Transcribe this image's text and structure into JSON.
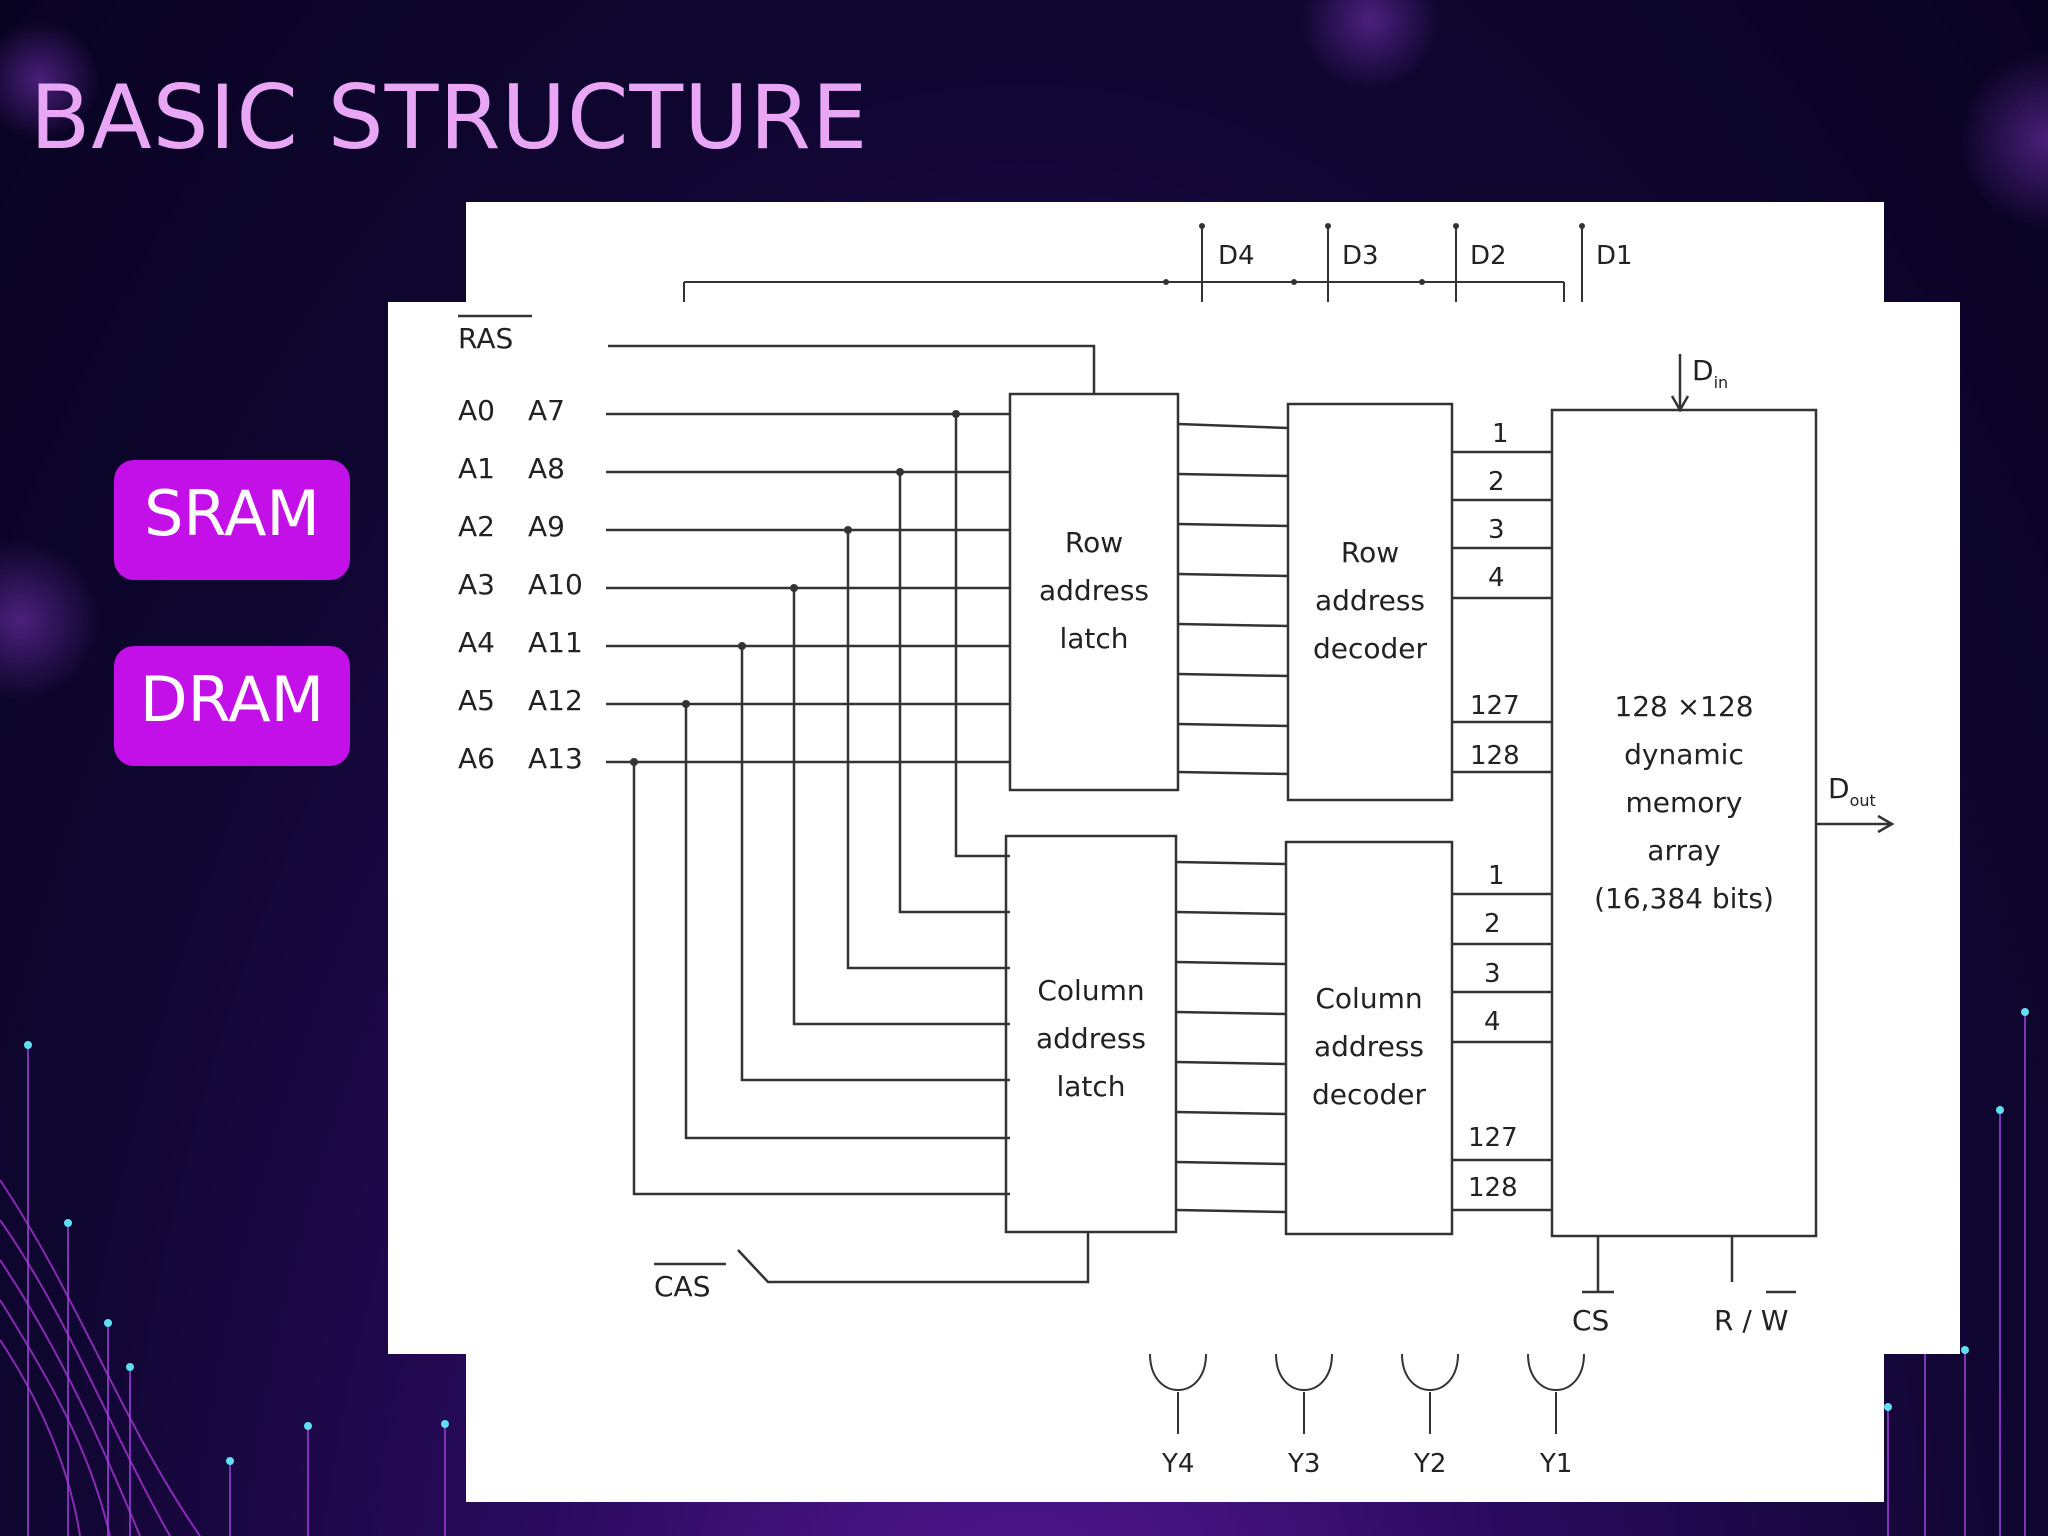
{
  "slide": {
    "title": "BASIC STRUCTURE",
    "buttons": [
      {
        "label": "SRAM"
      },
      {
        "label": "DRAM"
      }
    ]
  },
  "diagram": {
    "top_outputs": [
      "D4",
      "D3",
      "D2",
      "D1"
    ],
    "ras": "RAS",
    "cas": "CAS",
    "address_pins": [
      {
        "low": "A0",
        "high": "A7"
      },
      {
        "low": "A1",
        "high": "A8"
      },
      {
        "low": "A2",
        "high": "A9"
      },
      {
        "low": "A3",
        "high": "A10"
      },
      {
        "low": "A4",
        "high": "A11"
      },
      {
        "low": "A5",
        "high": "A12"
      },
      {
        "low": "A6",
        "high": "A13"
      }
    ],
    "row_latch": [
      "Row",
      "address",
      "latch"
    ],
    "row_decoder": [
      "Row",
      "address",
      "decoder"
    ],
    "column_latch": [
      "Column",
      "address",
      "latch"
    ],
    "column_decoder": [
      "Column",
      "address",
      "decoder"
    ],
    "row_lines": [
      "1",
      "2",
      "3",
      "4",
      "127",
      "128"
    ],
    "column_lines": [
      "1",
      "2",
      "3",
      "4",
      "127",
      "128"
    ],
    "memory_array": [
      "128  ×128",
      "dynamic",
      "memory",
      "array",
      "(16,384 bits)"
    ],
    "din": "D",
    "din_sub": "in",
    "dout": "D",
    "dout_sub": "out",
    "cs": "CS",
    "rw_r": "R / ",
    "rw_w": "W",
    "bottom_outputs": [
      "Y4",
      "Y3",
      "Y2",
      "Y1"
    ]
  },
  "colors": {
    "accent": "#c30fe8",
    "title": "#e9a6f5",
    "background": "#0f0630"
  }
}
